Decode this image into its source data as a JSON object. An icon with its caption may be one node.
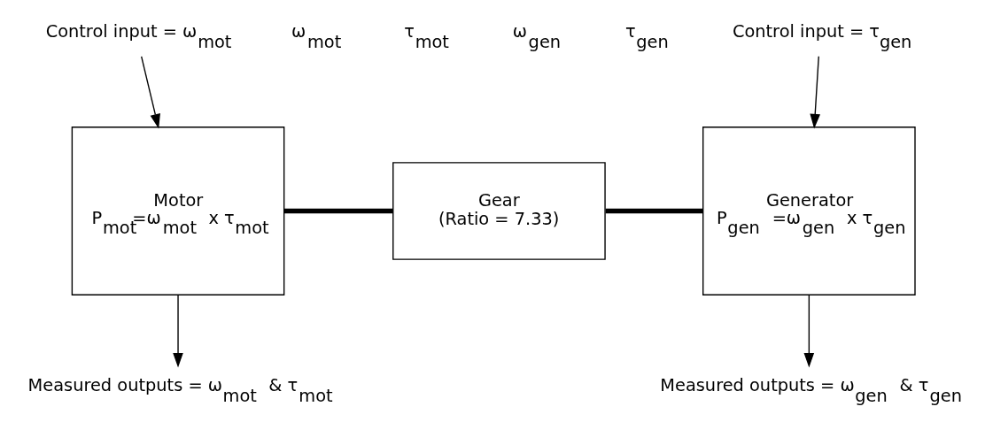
{
  "diagram": {
    "nodes": [
      {
        "text": [
          "Control input = ω$_{mot}$"
        ]
      },
      {
        "text": [
          "Motor",
          "P$_{mot}$=ω$_{mot}$ x τ$_{mot}$"
        ]
      },
      {
        "text": [
          "Gear",
          "(Ratio = 7.33)"
        ]
      },
      {
        "text": [
          "Control input = τ$_{gen}$"
        ]
      },
      {
        "text": [
          "Generator",
          "P$_{gen}$ =ω$_{gen}$ x τ$_{gen}$"
        ]
      },
      {
        "text": [
          "Measured outputs = ω$_{mot}$ & τ$_{mot}$"
        ]
      },
      {
        "text": [
          "Measured outputs = ω$_{gen}$ & τ$_{gen}$"
        ]
      }
    ],
    "edges": [
      {
        "from": 0,
        "to": 1,
        "arrow": "to"
      },
      {
        "from": 1,
        "to": 2,
        "arrow": "none",
        "style": "thick"
      },
      {
        "from": 2,
        "to": 4,
        "arrow": "none",
        "style": "thick"
      },
      {
        "from": 3,
        "to": 4,
        "arrow": "to"
      },
      {
        "from": 1,
        "to": 5,
        "arrow": "to"
      },
      {
        "from": 4,
        "to": 6,
        "arrow": "to"
      }
    ],
    "labels": [
      "ω$_{mot}$",
      "τ$_{mot}$",
      "ω$_{gen}$",
      "τ$_{gen}$"
    ]
  }
}
